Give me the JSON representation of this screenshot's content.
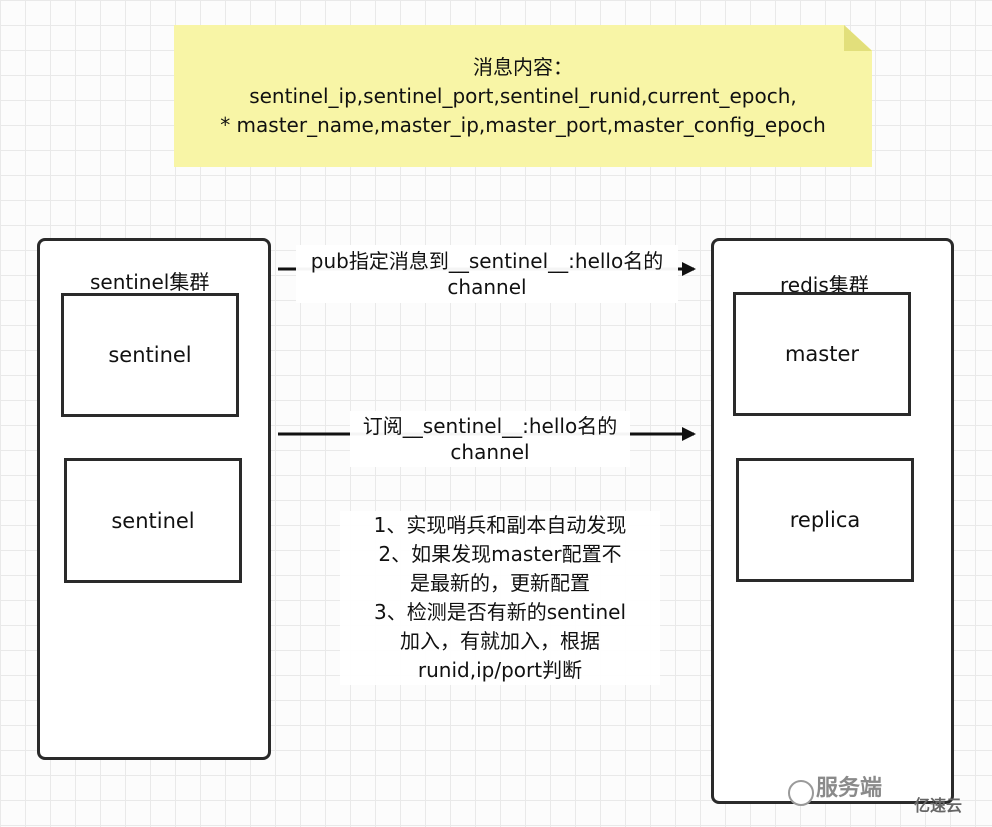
{
  "note": {
    "lines": [
      "消息内容：",
      "sentinel_ip,sentinel_port,sentinel_runid,current_epoch,",
      "* master_name,master_ip,master_port,master_config_epoch"
    ]
  },
  "sentinel_cluster": {
    "title": "sentinel集群",
    "nodes": [
      "sentinel",
      "sentinel"
    ]
  },
  "redis_cluster": {
    "title": "redis集群",
    "nodes": [
      "master",
      "replica"
    ]
  },
  "arrows": [
    {
      "lines": [
        "pub指定消息到__sentinel__:hello名的",
        "channel"
      ]
    },
    {
      "lines": [
        "订阅__sentinel__:hello名的",
        "channel"
      ]
    }
  ],
  "notes_list": [
    "1、实现哨兵和副本自动发现",
    "2、如果发现master配置不",
    "是最新的，更新配置",
    "3、检测是否有新的sentinel",
    "加入，有就加入，根据",
    "runid,ip/port判断"
  ],
  "watermark": {
    "text1": "服务端",
    "text2": "亿速云"
  }
}
